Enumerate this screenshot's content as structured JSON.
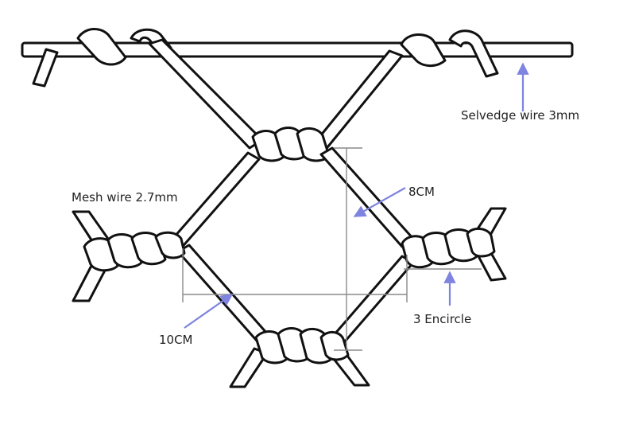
{
  "labels": {
    "selvedge": "Selvedge wire 3mm",
    "mesh": "Mesh wire 2.7mm",
    "height": "8CM",
    "width": "10CM",
    "twist": "3 Encircle"
  },
  "colors": {
    "wire_stroke": "#111111",
    "dimension_line": "#8a8a8a",
    "arrow": "#7e84e0"
  }
}
